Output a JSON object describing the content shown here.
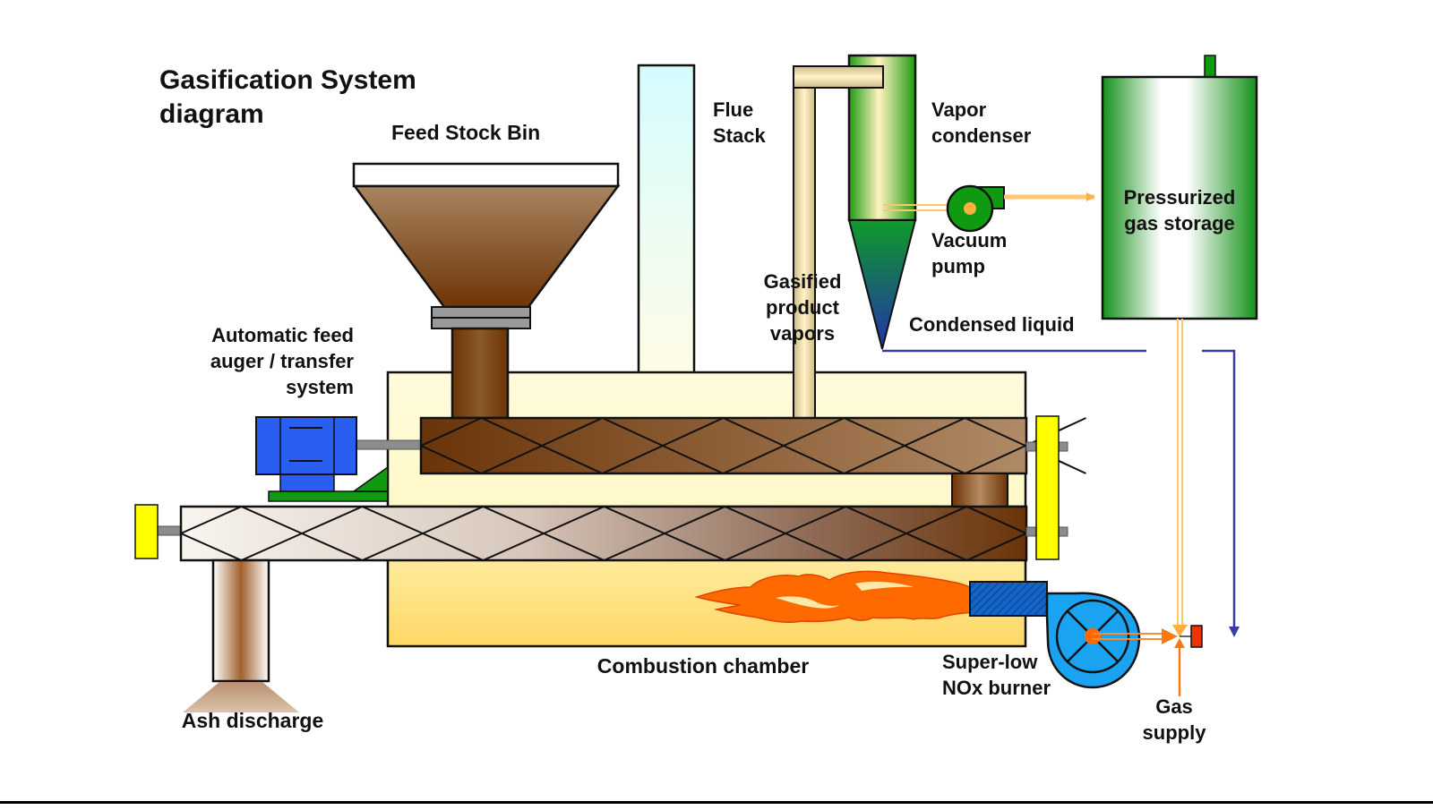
{
  "diagram": {
    "title": [
      "Gasification System",
      "diagram"
    ],
    "components": {
      "feed_stock_bin": {
        "label": [
          "Feed Stock Bin"
        ]
      },
      "flue_stack": {
        "label": [
          "Flue",
          "Stack"
        ]
      },
      "vapor_condenser": {
        "label": [
          "Vapor",
          "condenser"
        ]
      },
      "pressurized_gas_storage": {
        "label": [
          "Pressurized",
          "gas storage"
        ]
      },
      "vacuum_pump": {
        "label": [
          "Vacuum",
          "pump"
        ]
      },
      "gasified_product_vapors": {
        "label": [
          "Gasified",
          "product",
          "vapors"
        ]
      },
      "condensed_liquid": {
        "label": [
          "Condensed liquid"
        ]
      },
      "auger_system": {
        "label": [
          "Automatic feed",
          "auger / transfer",
          "system"
        ]
      },
      "combustion_chamber": {
        "label": [
          "Combustion chamber"
        ]
      },
      "ash_discharge": {
        "label": [
          "Ash discharge"
        ]
      },
      "burner": {
        "label": [
          "Super-low",
          "NOx burner"
        ]
      },
      "gas_supply": {
        "label": [
          "Gas",
          "supply"
        ]
      }
    },
    "colors": {
      "brown_dark": "#6b3506",
      "brown_light": "#a47a52",
      "cream": "#fffbd9",
      "chamber_yellow": "#ffd96a",
      "green": "#0a9a12",
      "blue_motor": "#2a5ef0",
      "blue_fan": "#1aa3f0",
      "yellow_flange": "#ffff00",
      "gas_line": "#ffc66a",
      "flame": "#ff6a00",
      "liquid_line": "#3a3aa8",
      "stack_blue": "#d7fbff"
    }
  }
}
